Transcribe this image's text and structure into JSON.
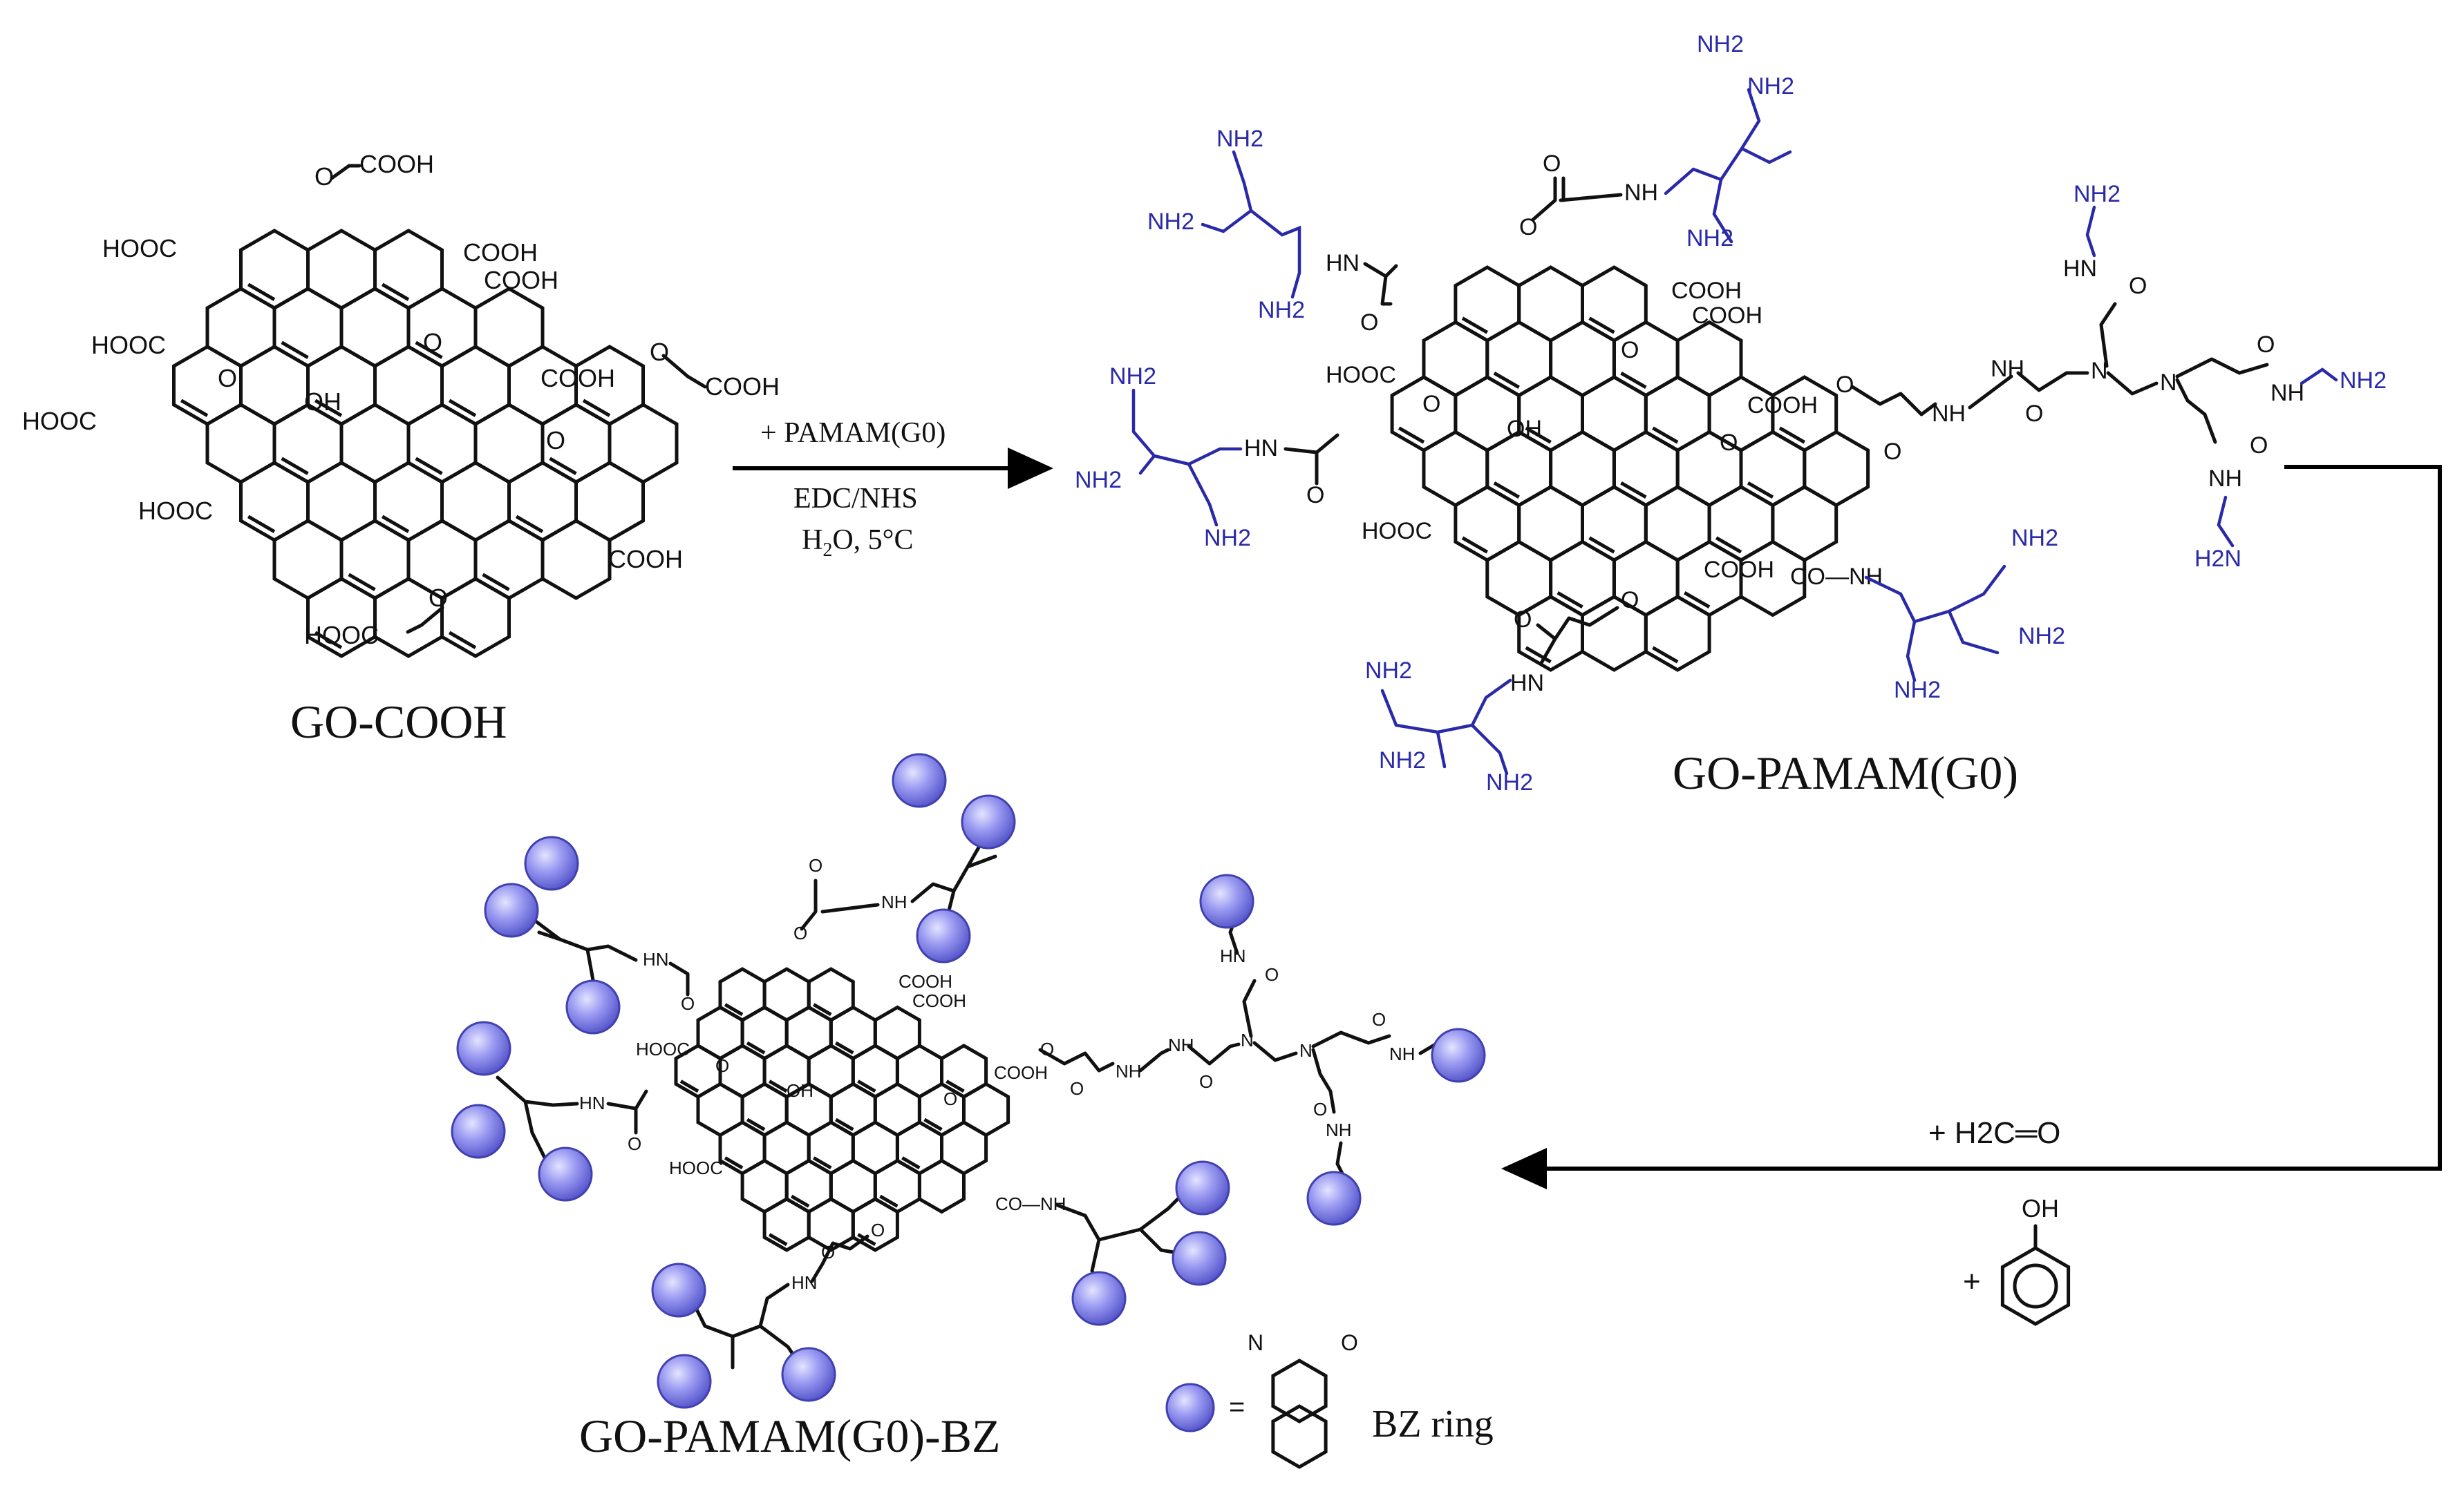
{
  "labels": {
    "go_cooh": "GO-COOH",
    "go_pamam": "GO-PAMAM(G0)",
    "go_pamam_bz": "GO-PAMAM(G0)-BZ",
    "bz_ring": "BZ ring",
    "equals": "="
  },
  "step1": {
    "reagent": "+ PAMAM(G0)",
    "coupling": "EDC/NHS",
    "conditions": "H2O, 5°C"
  },
  "step2": {
    "reagent_formaldehyde": "+ H2C═O",
    "reagent_phenol": "+",
    "phenol_oh": "OH"
  },
  "groups": {
    "cooh": "COOH",
    "hooc": "HOOC",
    "oh": "OH",
    "o": "O",
    "nh": "NH",
    "hn": "HN",
    "nh2": "NH2",
    "h2n": "H2N",
    "n": "N",
    "co_nh": "CO—NH"
  },
  "colors": {
    "amine": "#2a2aa8",
    "bz_sphere": "#8c8cf0",
    "lines": "#111111"
  }
}
